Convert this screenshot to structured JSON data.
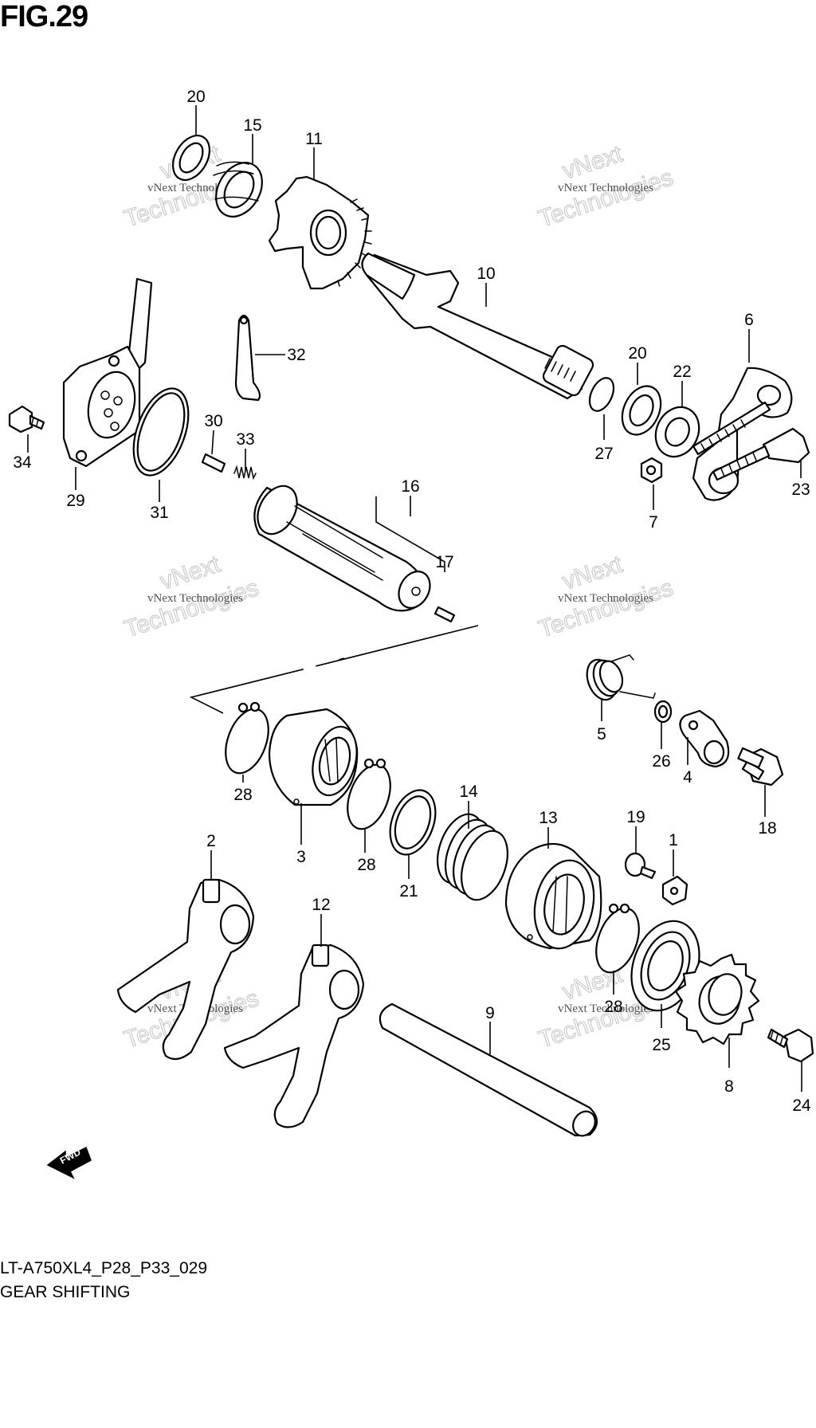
{
  "figure": {
    "title": "FIG.29",
    "model_code": "LT-A750XL4_P28_P33_029",
    "section_title": "GEAR SHIFTING"
  },
  "watermark": {
    "line1": "vNext Technologies",
    "line2": "vNext",
    "line3": "Technologies"
  },
  "direction_arrow": {
    "label": "FWD"
  },
  "part_numbers": [
    "20",
    "15",
    "11",
    "10",
    "32",
    "6",
    "20",
    "22",
    "34",
    "29",
    "31",
    "30",
    "33",
    "27",
    "7",
    "23",
    "16",
    "17",
    "5",
    "26",
    "4",
    "28",
    "3",
    "18",
    "28",
    "21",
    "14",
    "13",
    "19",
    "1",
    "2",
    "12",
    "28",
    "25",
    "9",
    "8",
    "24"
  ]
}
